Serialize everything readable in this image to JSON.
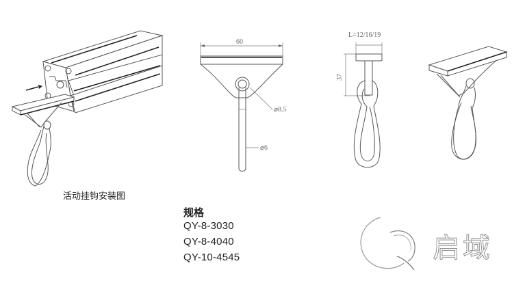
{
  "figure": {
    "installation_caption": "活动挂钩安装图",
    "front_view": {
      "width_dim": "60",
      "hole_dim": "⌀8.5",
      "rod_dim": "⌀6"
    },
    "side_view": {
      "length_dim": "L=12/16/19",
      "height_dim": "37"
    }
  },
  "specs": {
    "title": "规格",
    "items": [
      {
        "model": "QY-8-3030"
      },
      {
        "model": "QY-8-4040"
      },
      {
        "model": "QY-10-4545"
      }
    ]
  },
  "logo": {
    "icon": "q-swirl-logo-icon",
    "text": "启域"
  },
  "colors": {
    "line": "#555555",
    "text": "#222222",
    "logo_stroke": "#777777"
  }
}
